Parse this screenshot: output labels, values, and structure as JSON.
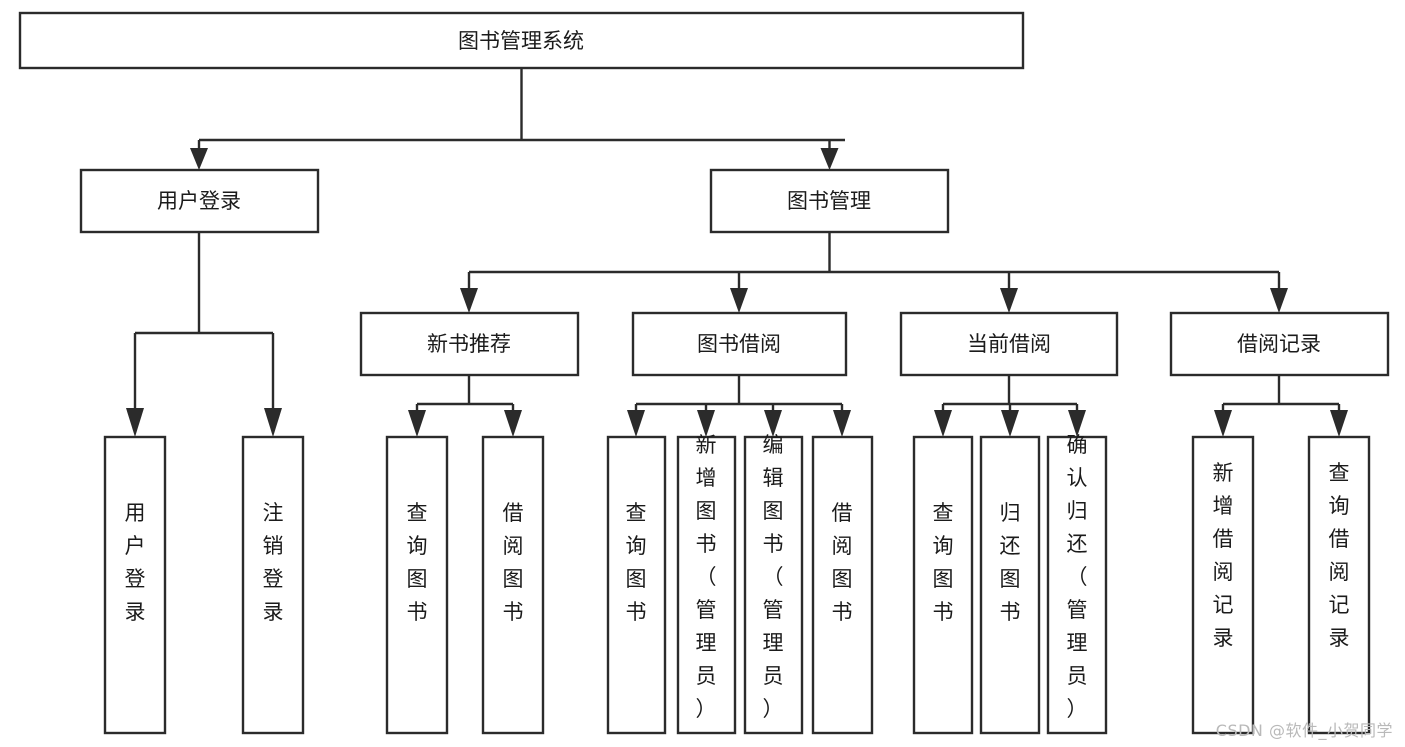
{
  "diagram": {
    "title": "图书管理系统",
    "type": "tree",
    "root": {
      "id": "root",
      "label": "图书管理系统",
      "orientation": "horizontal"
    },
    "level2": [
      {
        "id": "user-login",
        "label": "用户登录",
        "orientation": "horizontal"
      },
      {
        "id": "book-management",
        "label": "图书管理",
        "orientation": "horizontal"
      }
    ],
    "level3": [
      {
        "id": "new-book-recommend",
        "label": "新书推荐",
        "parent": "book-management",
        "orientation": "horizontal"
      },
      {
        "id": "book-borrow",
        "label": "图书借阅",
        "parent": "book-management",
        "orientation": "horizontal"
      },
      {
        "id": "current-borrow",
        "label": "当前借阅",
        "parent": "book-management",
        "orientation": "horizontal"
      },
      {
        "id": "borrow-record",
        "label": "借阅记录",
        "parent": "book-management",
        "orientation": "horizontal"
      }
    ],
    "leaves": [
      {
        "id": "leaf-user-login",
        "label": "用户登录",
        "parent": "user-login",
        "orientation": "vertical"
      },
      {
        "id": "leaf-logout-login",
        "label": "注销登录",
        "parent": "user-login",
        "orientation": "vertical"
      },
      {
        "id": "leaf-query-book-1",
        "label": "查询图书",
        "parent": "new-book-recommend",
        "orientation": "vertical"
      },
      {
        "id": "leaf-borrow-book-1",
        "label": "借阅图书",
        "parent": "new-book-recommend",
        "orientation": "vertical"
      },
      {
        "id": "leaf-query-book-2",
        "label": "查询图书",
        "parent": "book-borrow",
        "orientation": "vertical"
      },
      {
        "id": "leaf-add-book",
        "label": "新增图书（管理员）",
        "parent": "book-borrow",
        "orientation": "vertical"
      },
      {
        "id": "leaf-edit-book",
        "label": "编辑图书（管理员）",
        "parent": "book-borrow",
        "orientation": "vertical"
      },
      {
        "id": "leaf-borrow-book-2",
        "label": "借阅图书",
        "parent": "book-borrow",
        "orientation": "vertical"
      },
      {
        "id": "leaf-query-book-3",
        "label": "查询图书",
        "parent": "current-borrow",
        "orientation": "vertical"
      },
      {
        "id": "leaf-return-book",
        "label": "归还图书",
        "parent": "current-borrow",
        "orientation": "vertical"
      },
      {
        "id": "leaf-confirm-return",
        "label": "确认归还（管理员）",
        "parent": "current-borrow",
        "orientation": "vertical"
      },
      {
        "id": "leaf-add-record",
        "label": "新增借阅记录",
        "parent": "borrow-record",
        "orientation": "vertical"
      },
      {
        "id": "leaf-query-record",
        "label": "查询借阅记录",
        "parent": "borrow-record",
        "orientation": "vertical"
      }
    ],
    "colors": {
      "box_fill": "#ffffff",
      "box_stroke": "#2b2b2b",
      "text": "#1b1b1b",
      "background": "#ffffff",
      "watermark": "#b9b9b9"
    }
  },
  "watermark": {
    "text": "CSDN @软件_小贺同学"
  }
}
